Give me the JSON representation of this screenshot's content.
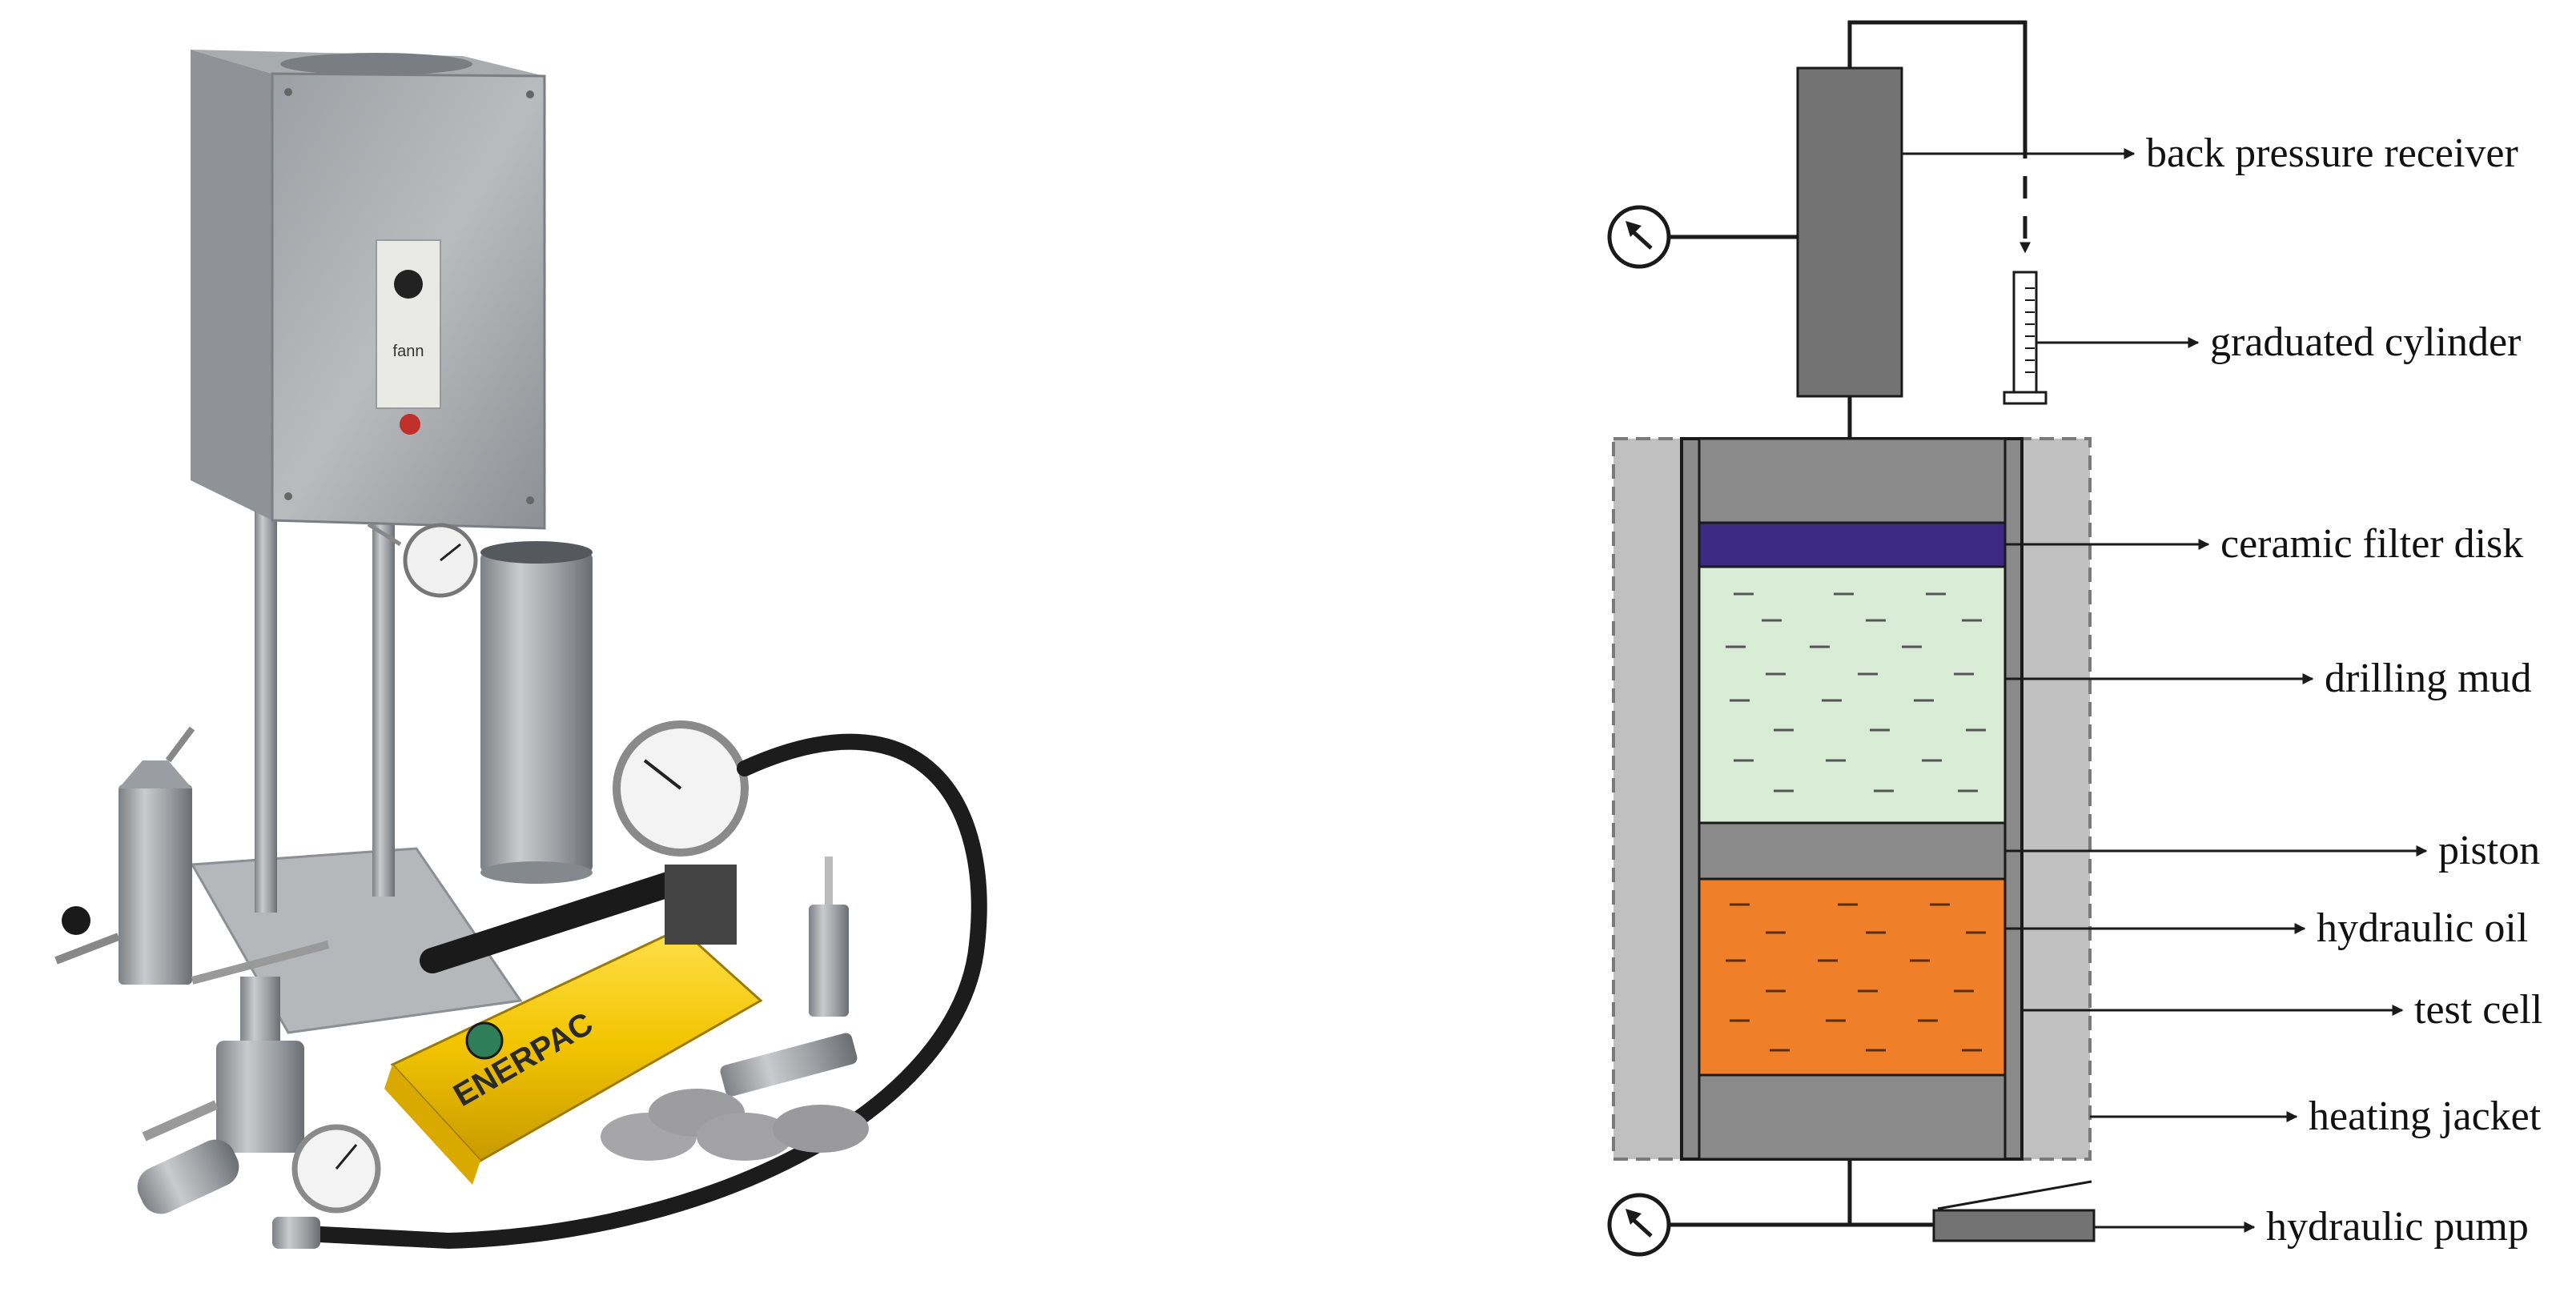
{
  "colors": {
    "background": "#ffffff",
    "dark_gray": "#727272",
    "mid_gray": "#8a8a8a",
    "light_gray": "#c0c0c0",
    "line": "#1a1a1a",
    "ceramic_filter": "#3b2a83",
    "drilling_mud": "#d8ecd6",
    "hydraulic_oil": "#f07f2a",
    "pump_yellow": "#f2c400",
    "metal": "#a7a9ad",
    "metal_dark": "#6f7276",
    "hose": "#1c1c1c"
  },
  "photo": {
    "pump_brand": "ENERPAC",
    "control_brand": "fann"
  },
  "labels": {
    "back_pressure_receiver": "back pressure receiver",
    "graduated_cylinder": "graduated cylinder",
    "ceramic_filter_disk": "ceramic filter disk",
    "drilling_mud": "drilling mud",
    "piston": "piston",
    "hydraulic_oil": "hydraulic oil",
    "test_cell": "test cell",
    "heating_jacket": "heating jacket",
    "hydraulic_pump": "hydraulic pump"
  },
  "icons": {
    "top_gauge": "pressure-gauge-icon",
    "bottom_gauge": "pressure-gauge-icon"
  }
}
